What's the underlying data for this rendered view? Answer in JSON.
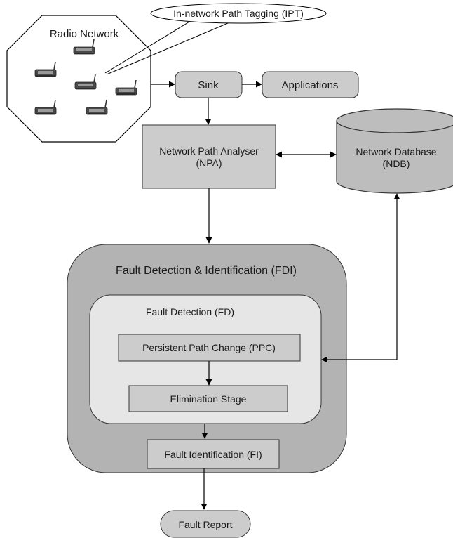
{
  "callout": {
    "text": "In-network Path Tagging (IPT)"
  },
  "radio_network": {
    "label": "Radio Network"
  },
  "sink": {
    "label": "Sink"
  },
  "applications": {
    "label": "Applications"
  },
  "npa": {
    "line1": "Network Path Analyser",
    "line2": "(NPA)"
  },
  "ndb": {
    "line1": "Network Database",
    "line2": "(NDB)"
  },
  "fdi": {
    "label": "Fault Detection & Identification (FDI)"
  },
  "fd": {
    "label": "Fault Detection (FD)"
  },
  "ppc": {
    "label": "Persistent Path Change  (PPC)"
  },
  "elimination": {
    "label": "Elimination Stage"
  },
  "fi": {
    "label": "Fault Identification (FI)"
  },
  "fault_report": {
    "label": "Fault Report"
  },
  "colors": {
    "box_fill": "#cccccc",
    "db_fill": "#bdbdbd",
    "fdi_fill": "#b3b3b3",
    "fd_fill": "#e6e6e6",
    "stroke": "#333333"
  }
}
